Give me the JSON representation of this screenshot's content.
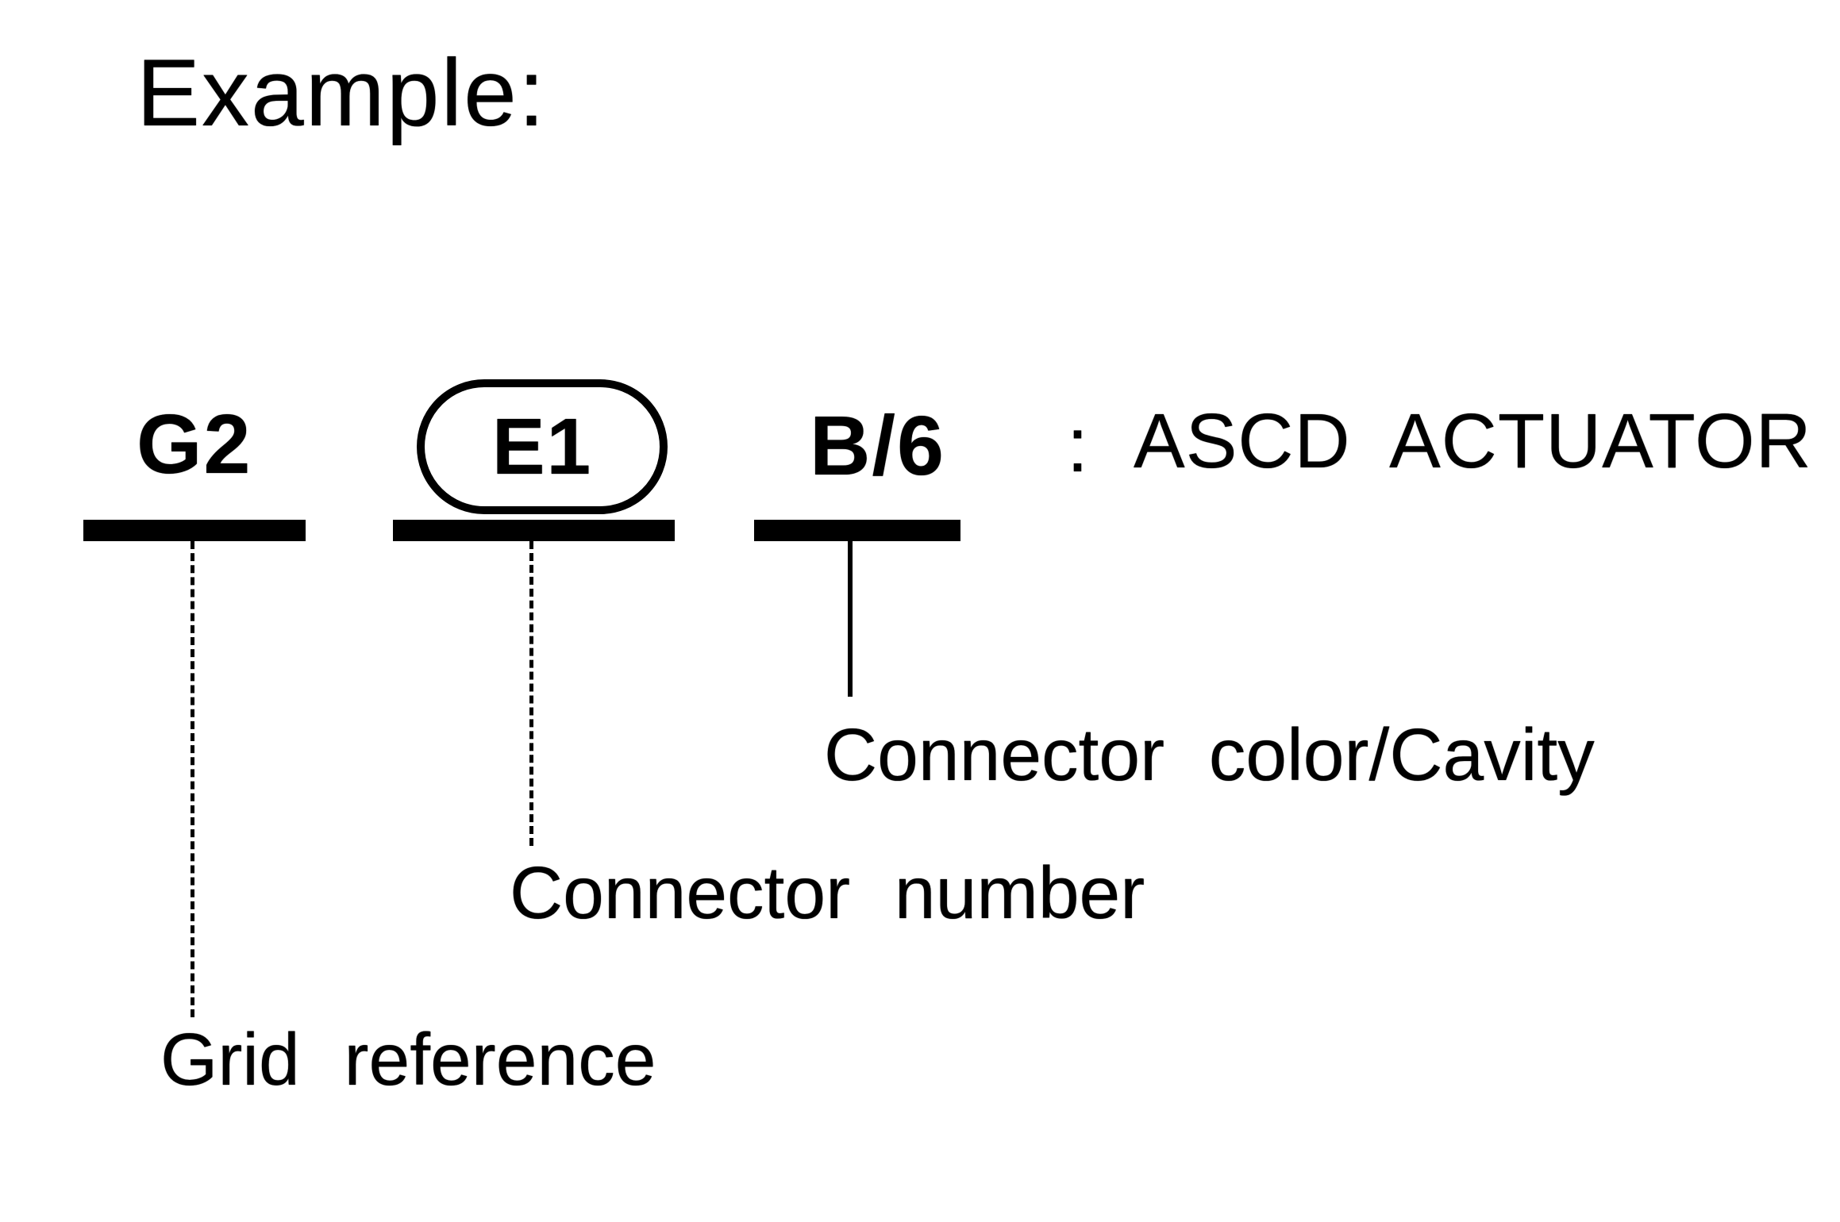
{
  "title": "Example:",
  "legend": {
    "grid_reference": {
      "symbol": "G2",
      "label": "Grid reference"
    },
    "connector_number": {
      "symbol": "E1",
      "label": "Connector number"
    },
    "connector_color_cavity": {
      "symbol": "B/6",
      "label": "Connector color/Cavity"
    },
    "colon": ":",
    "device": "ASCD ACTUATOR"
  },
  "colors": {
    "ink": "#000000",
    "paper": "#ffffff"
  }
}
